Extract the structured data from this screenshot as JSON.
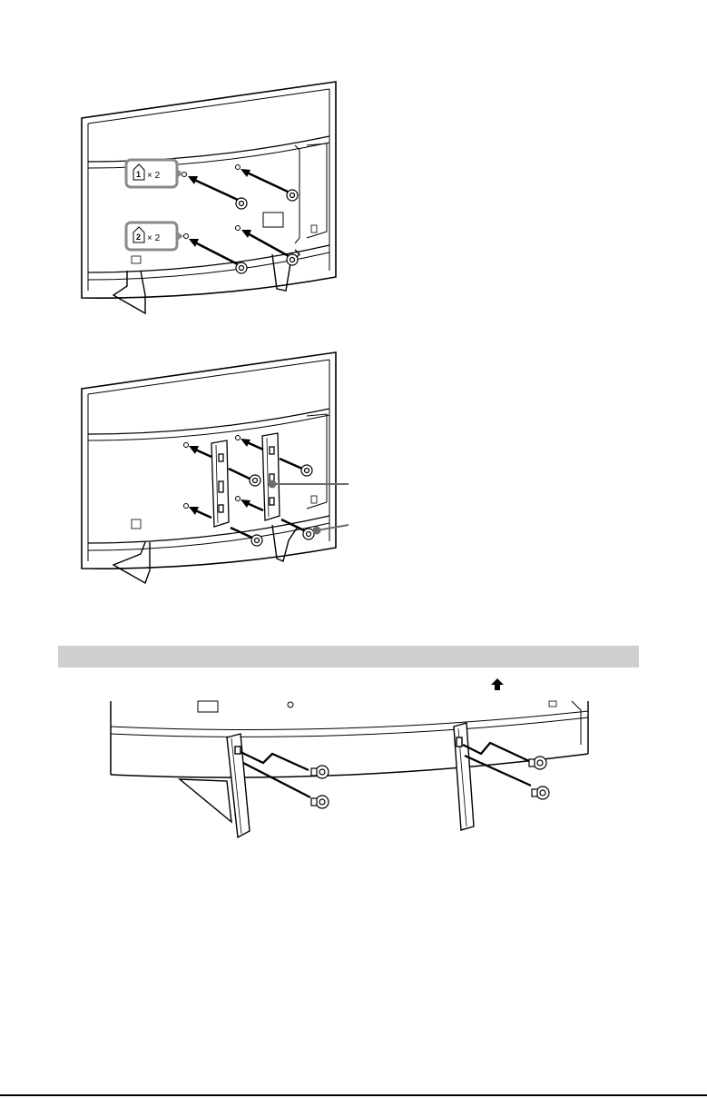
{
  "figure1": {
    "callout_screw_1": {
      "number": "1",
      "multiplier": "× 2"
    },
    "callout_screw_2": {
      "number": "2",
      "multiplier": "× 2"
    }
  },
  "colors": {
    "banner": "#cfcfcf",
    "line": "#000000",
    "callout_border": "#8a8a8a",
    "leader": "#6b6b6b"
  },
  "icons": [
    "tv-back-panel",
    "screw-icon",
    "arrow-icon",
    "bracket-icon",
    "stand-leg",
    "up-arrow-icon"
  ]
}
